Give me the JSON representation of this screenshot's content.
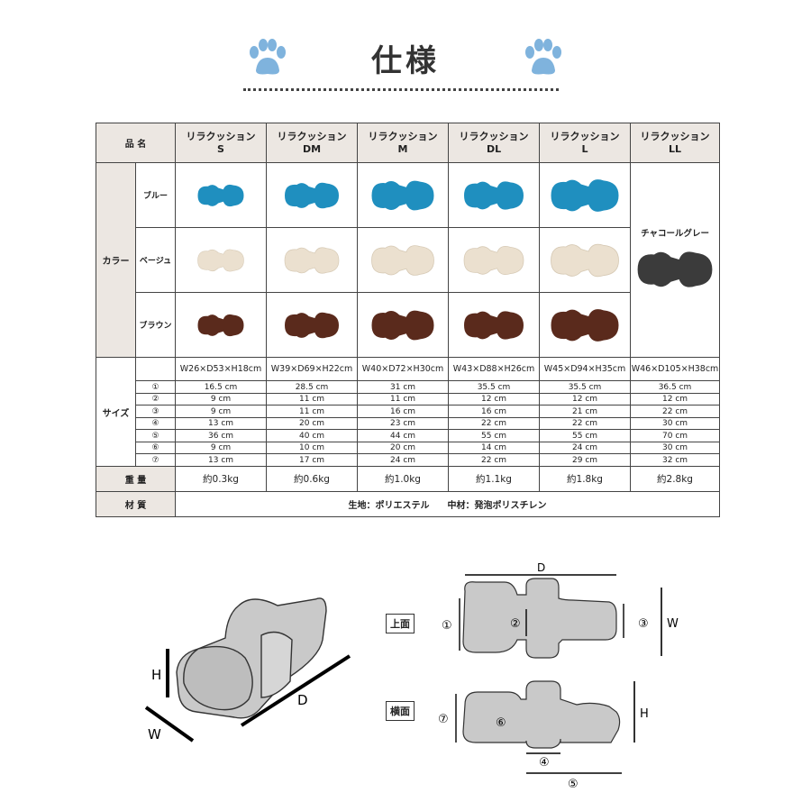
{
  "header": {
    "title": "仕様"
  },
  "table": {
    "product_header": "品 名",
    "color_header": "カラー",
    "size_header": "サイズ",
    "weight_header": "重 量",
    "material_header": "材 質",
    "color_names": [
      "ブルー",
      "ベージュ",
      "ブラウン"
    ],
    "charcoal_label": "チャコールグレー",
    "products": [
      {
        "name": "リラクッション",
        "size_code": "S",
        "dims": "W26×D53×H18cm",
        "weight": "約0.3kg"
      },
      {
        "name": "リラクッション",
        "size_code": "DM",
        "dims": "W39×D69×H22cm",
        "weight": "約0.6kg"
      },
      {
        "name": "リラクッション",
        "size_code": "M",
        "dims": "W40×D72×H30cm",
        "weight": "約1.0kg"
      },
      {
        "name": "リラクッション",
        "size_code": "DL",
        "dims": "W43×D88×H26cm",
        "weight": "約1.1kg"
      },
      {
        "name": "リラクッション",
        "size_code": "L",
        "dims": "W45×D94×H35cm",
        "weight": "約1.8kg"
      },
      {
        "name": "リラクッション",
        "size_code": "LL",
        "dims": "W46×D105×H38cm",
        "weight": "約2.8kg"
      }
    ],
    "dimension_rows": [
      {
        "num": "①",
        "values": [
          "16.5 cm",
          "28.5 cm",
          "31 cm",
          "35.5 cm",
          "35.5 cm",
          "36.5 cm"
        ]
      },
      {
        "num": "②",
        "values": [
          "9 cm",
          "11 cm",
          "11 cm",
          "12 cm",
          "12 cm",
          "12 cm"
        ]
      },
      {
        "num": "③",
        "values": [
          "9 cm",
          "11 cm",
          "16 cm",
          "16 cm",
          "21 cm",
          "22 cm"
        ]
      },
      {
        "num": "④",
        "values": [
          "13 cm",
          "20 cm",
          "23 cm",
          "22 cm",
          "22 cm",
          "30 cm"
        ]
      },
      {
        "num": "⑤",
        "values": [
          "36 cm",
          "40 cm",
          "44 cm",
          "55 cm",
          "55 cm",
          "70 cm"
        ]
      },
      {
        "num": "⑥",
        "values": [
          "9 cm",
          "10 cm",
          "20 cm",
          "14 cm",
          "24 cm",
          "30 cm"
        ]
      },
      {
        "num": "⑦",
        "values": [
          "13 cm",
          "17 cm",
          "24 cm",
          "22 cm",
          "29 cm",
          "32 cm"
        ]
      }
    ],
    "material": "生地：ポリエステル　　中材：発泡ポリスチレン"
  },
  "colors": {
    "blue": "#1f8fbf",
    "beige": "#ebe0cf",
    "brown": "#5a2a1c",
    "charcoal": "#3b3b3b",
    "header_bg": "#ece7e2",
    "paw": "#7fb3dd",
    "diagram_fill": "#c9c9c9"
  },
  "diagrams": {
    "iso": {
      "h": "H",
      "w": "W",
      "d": "D"
    },
    "top": {
      "tag": "上面",
      "d": "D",
      "w": "W",
      "n1": "①",
      "n2": "②",
      "n3": "③"
    },
    "side": {
      "tag": "横面",
      "h": "H",
      "n4": "④",
      "n5": "⑤",
      "n6": "⑥",
      "n7": "⑦"
    }
  },
  "icons": {
    "paw": "paw-icon"
  }
}
